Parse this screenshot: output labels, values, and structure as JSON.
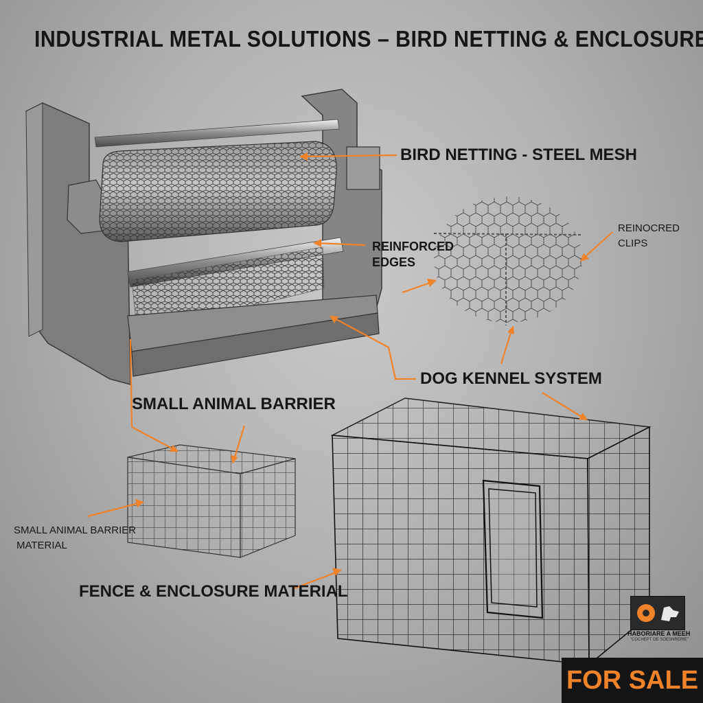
{
  "title": "INDUSTRIAL METAL SOLUTIONS – BIRD NETTING & ENCLOSURES",
  "labels": {
    "bird_netting": "BIRD NETTING - STEEL MESH",
    "reinforced_edges_1": "REINFORCED",
    "reinforced_edges_2": "EDGES",
    "clips_1": "REINOCRED",
    "clips_2": "CLIPS",
    "dog_kennel": "DOG KENNEL SYSTEM",
    "small_animal_barrier": "SMALL ANIMAL BARRIER",
    "small_material_1": "SMALL ANIMAL BARRIER",
    "small_material_2": "MATERIAL",
    "fence": "FENCE & ENCLOSURE MATERIAL"
  },
  "logo": {
    "text": "HABORIARE A MEEH",
    "subtext": "\"COCHEPT OE SOESNRERIE\""
  },
  "badge": "FOR SALE",
  "colors": {
    "accent": "#f0822a",
    "text": "#161616",
    "badge_bg": "#141414"
  }
}
